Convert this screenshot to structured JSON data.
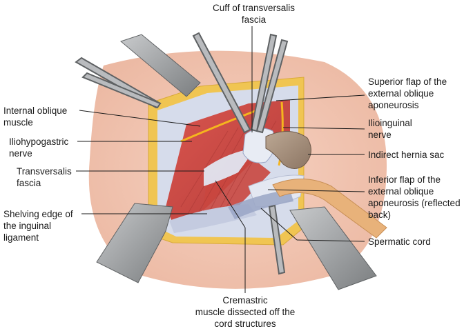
{
  "labels": {
    "cuff": "Cuff of transversalis\nfascia",
    "superior_flap": "Superior flap of the\nexternal oblique\naponeurosis",
    "ilioinguinal": "Ilioinguinal\nnerve",
    "hernia_sac": "Indirect hernia sac",
    "inferior_flap": "Inferior flap of the\nexternal oblique\naponeurosis (reflected\nback)",
    "spermatic_cord": "Spermatic cord",
    "cremastric": "Cremastric\nmuscle dissected off the\ncord structures",
    "internal_oblique": "Internal oblique\nmuscle",
    "iliohypogastric": "Iliohypogastric\nnerve",
    "transversalis": "Transversalis\nfascia",
    "shelving_edge": "Shelving edge of\nthe inguinal\nligament"
  },
  "colors": {
    "skin": "#f2c7b3",
    "skin_edge": "#e8b49c",
    "fat": "#f0c552",
    "muscle": "#cf4a45",
    "muscle_dark": "#a83634",
    "fascia": "#d6dceb",
    "fascia_shade": "#aab4cc",
    "nerve": "#f5b51e",
    "sac": "#a48d79",
    "retractor": "#9a9c9e",
    "retractor_dark": "#5f6264",
    "drain": "#e8b27a",
    "leader": "#1a1a1a"
  }
}
